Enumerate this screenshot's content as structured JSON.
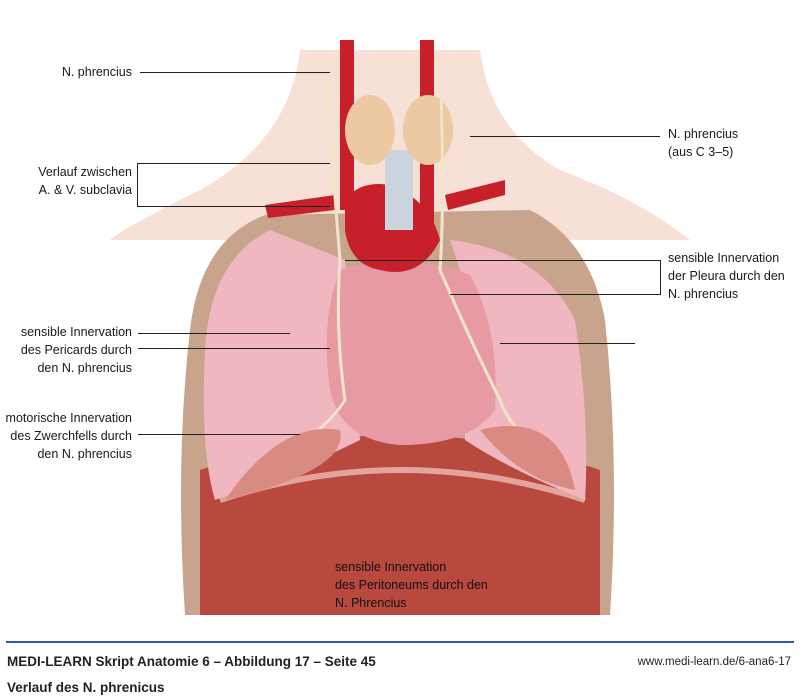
{
  "labels": {
    "phrenicus_top": "N. phrencius",
    "subclavia": [
      "Verlauf zwischen",
      "A. & V. subclavia"
    ],
    "phrenicus_c35": [
      "N. phrencius",
      "(aus C 3–5)"
    ],
    "pleura": [
      "sensible Innervation",
      "der Pleura durch den",
      "N. phrencius"
    ],
    "pericard": [
      "sensible Innervation",
      "des Pericards durch",
      "den N. phrencius"
    ],
    "zwerchfell": [
      "motorische Innervation",
      "des Zwerchfells durch",
      "den N. phrencius"
    ],
    "peritoneum": [
      "sensible Innervation",
      "des Peritoneums durch den",
      "N. Phrencius"
    ]
  },
  "footer": {
    "source": "MEDI-LEARN Skript Anatomie 6 – Abbildung 17 – Seite 45",
    "url": "www.medi-learn.de/6-ana6-17",
    "title": "Verlauf des N. phrenicus"
  },
  "colors": {
    "rule": "#2a5db0",
    "artery": "#c8202a",
    "lung": "#f0b7c0",
    "muscle": "#b9483f"
  }
}
